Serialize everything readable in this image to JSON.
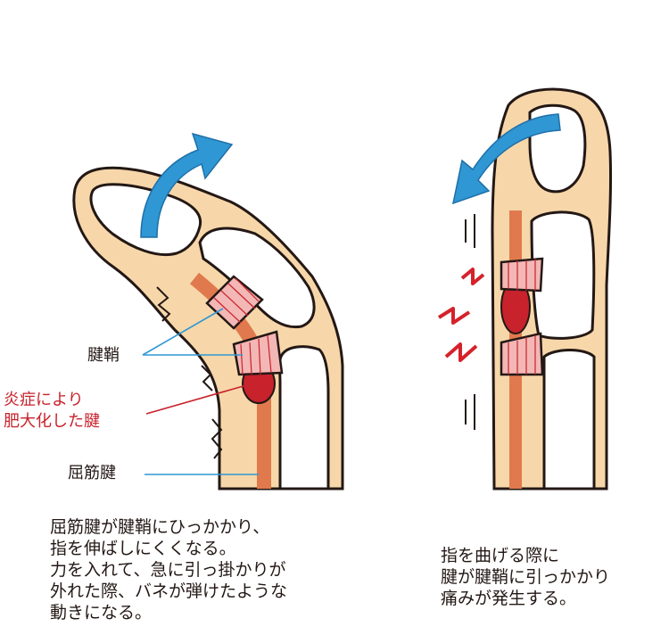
{
  "labels": {
    "sheath": "腱鞘",
    "inflamed_line1": "炎症により",
    "inflamed_line2": "肥大化した腱",
    "flexor_tendon": "屈筋腱"
  },
  "captions": {
    "left": [
      "屈筋腱が腱鞘にひっかかり、",
      "指を伸ばしにくくなる。",
      "力を入れて、急に引っ掛かりが",
      "外れた際、バネが弾けたような",
      "動きになる。"
    ],
    "right": [
      "指を曲げる際に",
      "腱が腱鞘に引っかかり",
      "痛みが発生する。"
    ]
  },
  "colors": {
    "skin": "#f7d7a9",
    "outline": "#231815",
    "tendon": "#e07a4e",
    "tendon_swollen": "#c8222c",
    "sheath": "#f3b7b5",
    "arrow": "#2f97d3",
    "label_line": "#2f97d3",
    "pain": "#d5222a"
  }
}
